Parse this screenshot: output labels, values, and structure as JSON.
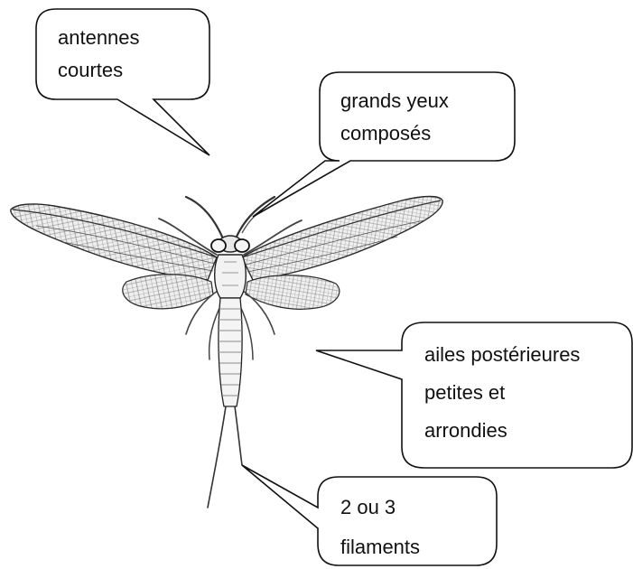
{
  "diagram": {
    "subject": "mayfly",
    "colors": {
      "ink": "#1a1a1a",
      "outline": "#000000",
      "wing_vein": "#6d6d6d",
      "wing_fill": "#e4e4e4",
      "body_fill": "#f2f2f2",
      "background": "#ffffff"
    },
    "callouts": [
      {
        "id": "antennae",
        "lines": [
          "antennes",
          "courtes"
        ]
      },
      {
        "id": "eyes",
        "lines": [
          "grands yeux",
          "composés"
        ]
      },
      {
        "id": "hindwings",
        "lines": [
          "ailes postérieures",
          "petites et",
          "arrondies"
        ]
      },
      {
        "id": "filaments",
        "lines": [
          "2 ou 3",
          "filaments"
        ]
      }
    ]
  }
}
